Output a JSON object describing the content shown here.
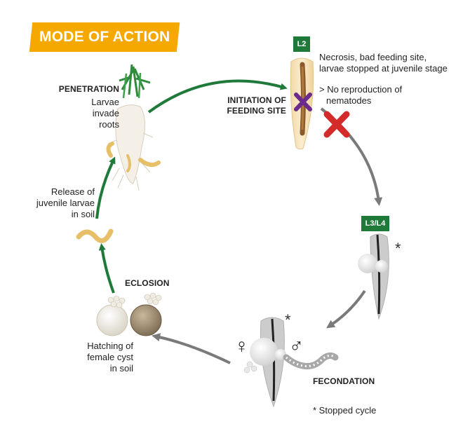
{
  "title": "MODE OF ACTION",
  "badges": {
    "l2": "L2",
    "l3l4": "L3/L4"
  },
  "labels": {
    "penetration": "PENETRATION",
    "larvae_invade": [
      "Larvae",
      "invade",
      "roots"
    ],
    "initiation": [
      "INITIATION OF",
      "FEEDING SITE"
    ],
    "necrosis": [
      "Necrosis, bad feeding site,",
      "larvae stopped at juvenile stage"
    ],
    "no_reproduction": [
      "> No reproduction of",
      "nematodes"
    ],
    "release": [
      "Release of",
      "juvenile larvae",
      "in soil"
    ],
    "eclosion": "ECLOSION",
    "hatching": [
      "Hatching of",
      "female cyst",
      "in soil"
    ],
    "fecondation": "FECONDATION",
    "stopped_cycle": "* Stopped cycle",
    "asterisk": "*",
    "female_symbol": "♀",
    "male_symbol": "♂"
  },
  "colors": {
    "banner": "#f5a800",
    "badge_green": "#1f7a3a",
    "arrow_green": "#1f7a3a",
    "arrow_grey": "#7a7a7a",
    "cross_red": "#d42a2a",
    "cross_purple": "#6b2a8c"
  },
  "icons": [
    "carrot-root-icon",
    "root-section-icon",
    "larva-icon",
    "cyst-icon",
    "red-cross-icon"
  ]
}
